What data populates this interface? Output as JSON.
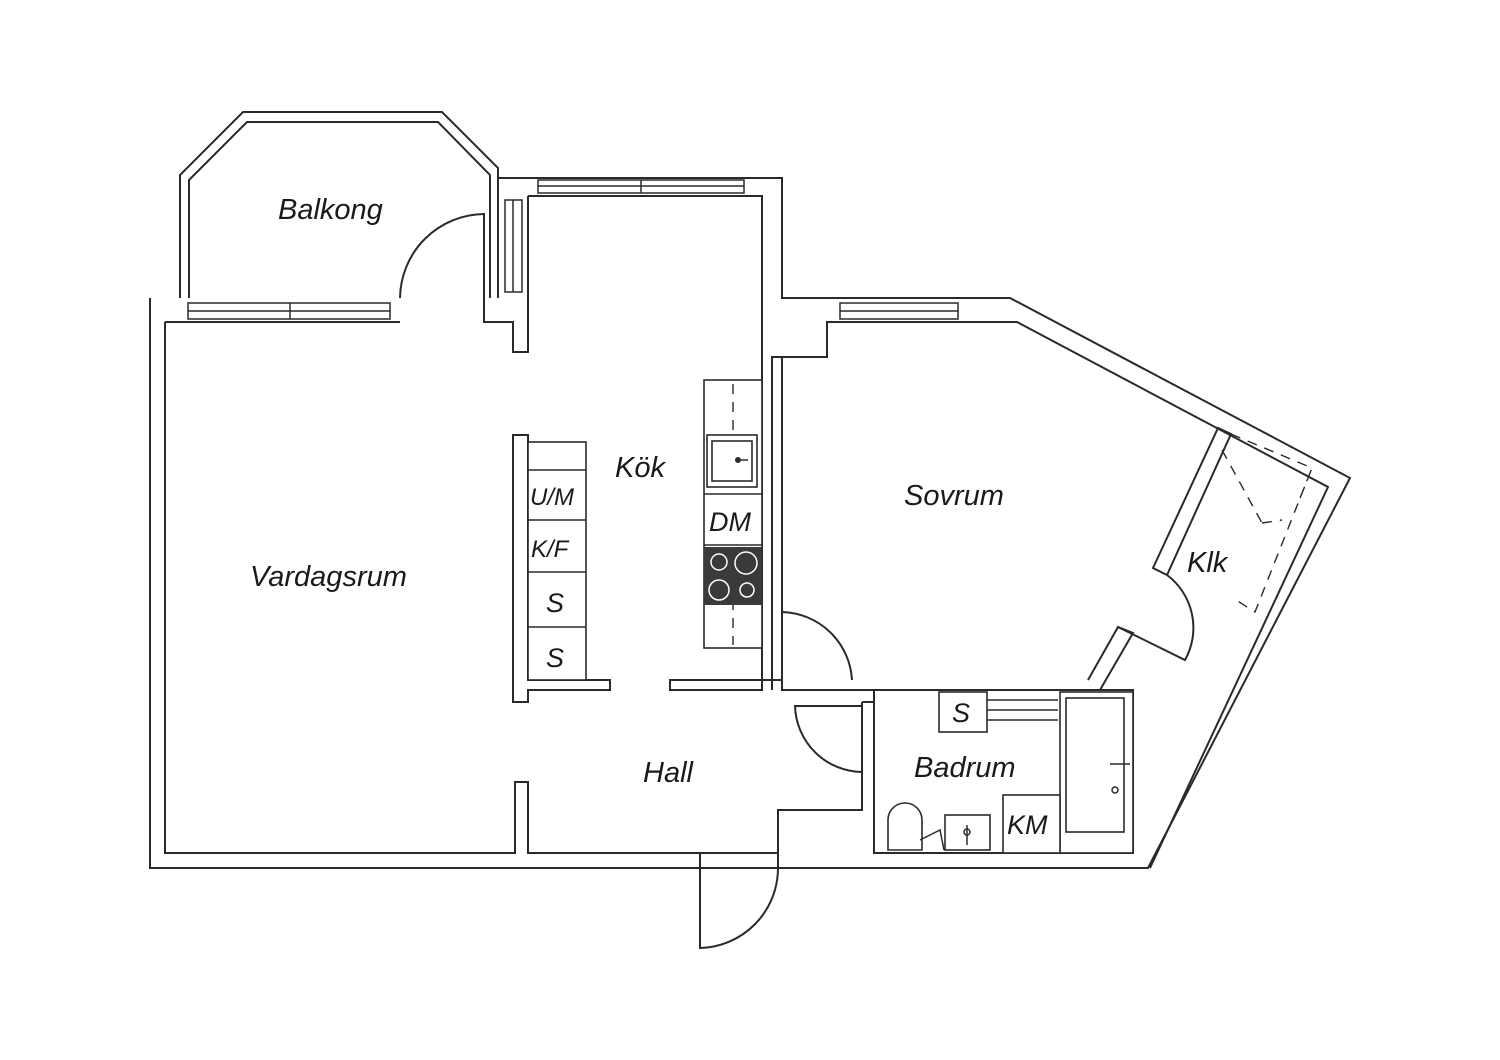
{
  "rooms": {
    "balcony": "Balkong",
    "kitchen": "Kök",
    "living": "Vardagsrum",
    "bedroom": "Sovrum",
    "closet": "Klk",
    "hall": "Hall",
    "bathroom": "Badrum"
  },
  "appliances": {
    "fridge_freezer_top": "U/M",
    "fridge_freezer": "K/F",
    "storage_1": "S",
    "storage_2": "S",
    "dishwasher": "DM",
    "bathroom_storage": "S",
    "washing_machine": "KM"
  },
  "colors": {
    "line": "#2a2a2a",
    "stove": "#3a3a3a",
    "background": "#ffffff"
  }
}
